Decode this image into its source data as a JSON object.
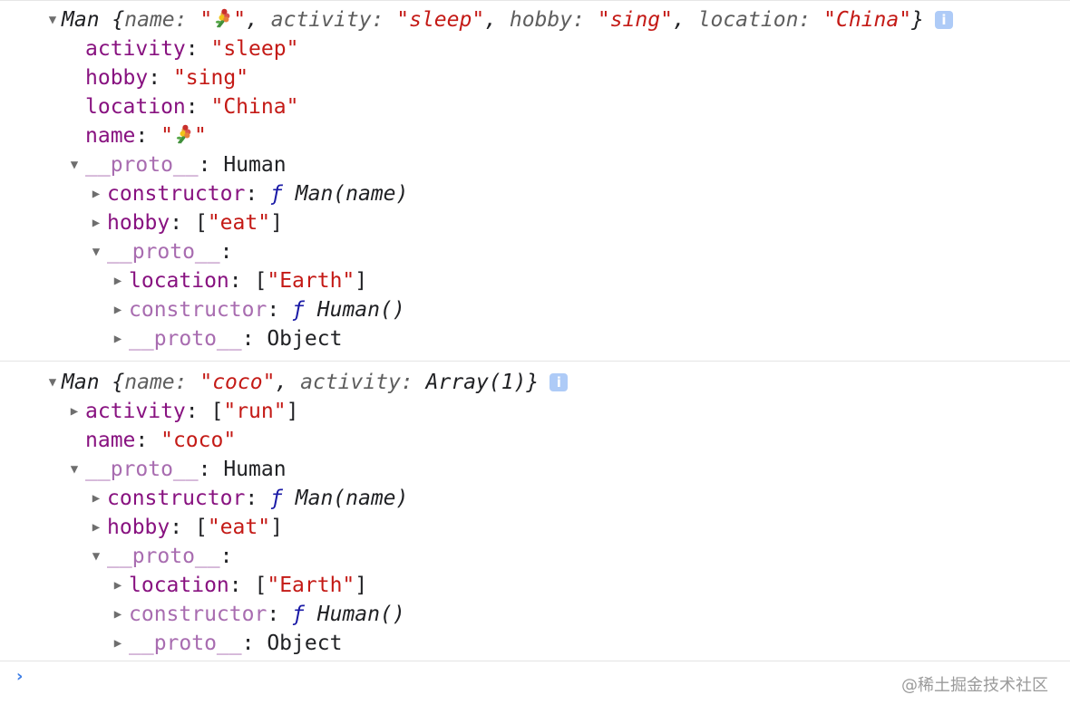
{
  "console": {
    "entries": [
      {
        "summary": {
          "class_name": "Man",
          "props": [
            {
              "key": "name",
              "value": "\"",
              "value_tail": "\"",
              "has_emoji": true
            },
            {
              "key": "activity",
              "value": "\"sleep\""
            },
            {
              "key": "hobby",
              "value": "\"sing\""
            },
            {
              "key": "location",
              "value": "\"China\""
            }
          ],
          "info_icon": "info-icon"
        },
        "lines": [
          {
            "indent": 1,
            "tri": "",
            "key": "activity",
            "colon": ": ",
            "value": "\"sleep\"",
            "vtype": "str"
          },
          {
            "indent": 1,
            "tri": "",
            "key": "hobby",
            "colon": ": ",
            "value": "\"sing\"",
            "vtype": "str"
          },
          {
            "indent": 1,
            "tri": "",
            "key": "location",
            "colon": ": ",
            "value": "\"China\"",
            "vtype": "str"
          },
          {
            "indent": 1,
            "tri": "",
            "key": "name",
            "colon": ": ",
            "value": "\"",
            "value_tail": "\"",
            "vtype": "str",
            "has_emoji": true
          },
          {
            "indent": 1,
            "tri": "down",
            "key": "__proto__",
            "keytype": "dim",
            "colon": ": ",
            "value": "Human",
            "vtype": "plain"
          },
          {
            "indent": 2,
            "tri": "right",
            "key": "constructor",
            "colon": ": ",
            "fn_symbol": "ƒ",
            "value": "Man(name)",
            "vtype": "fn"
          },
          {
            "indent": 2,
            "tri": "right",
            "key": "hobby",
            "colon": ": ",
            "arr_open": "[",
            "value": "\"eat\"",
            "arr_close": "]",
            "vtype": "arr"
          },
          {
            "indent": 2,
            "tri": "down",
            "key": "__proto__",
            "keytype": "dim",
            "colon": ":",
            "value": "",
            "vtype": "plain"
          },
          {
            "indent": 3,
            "tri": "right",
            "key": "location",
            "colon": ": ",
            "arr_open": "[",
            "value": "\"Earth\"",
            "arr_close": "]",
            "vtype": "arr"
          },
          {
            "indent": 3,
            "tri": "right",
            "key": "constructor",
            "keytype": "dim",
            "colon": ": ",
            "fn_symbol": "ƒ",
            "value": "Human()",
            "vtype": "fn"
          },
          {
            "indent": 3,
            "tri": "right",
            "key": "__proto__",
            "keytype": "dim",
            "colon": ": ",
            "value": "Object",
            "vtype": "plain"
          }
        ]
      },
      {
        "summary": {
          "class_name": "Man",
          "props": [
            {
              "key": "name",
              "value": "\"coco\""
            },
            {
              "key": "activity",
              "value": "Array(1)",
              "plain": true
            }
          ],
          "info_icon": "info-icon"
        },
        "lines": [
          {
            "indent": 1,
            "tri": "right",
            "key": "activity",
            "colon": ": ",
            "arr_open": "[",
            "value": "\"run\"",
            "arr_close": "]",
            "vtype": "arr"
          },
          {
            "indent": 1,
            "tri": "",
            "key": "name",
            "colon": ": ",
            "value": "\"coco\"",
            "vtype": "str"
          },
          {
            "indent": 1,
            "tri": "down",
            "key": "__proto__",
            "keytype": "dim",
            "colon": ": ",
            "value": "Human",
            "vtype": "plain"
          },
          {
            "indent": 2,
            "tri": "right",
            "key": "constructor",
            "colon": ": ",
            "fn_symbol": "ƒ",
            "value": "Man(name)",
            "vtype": "fn"
          },
          {
            "indent": 2,
            "tri": "right",
            "key": "hobby",
            "colon": ": ",
            "arr_open": "[",
            "value": "\"eat\"",
            "arr_close": "]",
            "vtype": "arr"
          },
          {
            "indent": 2,
            "tri": "down",
            "key": "__proto__",
            "keytype": "dim",
            "colon": ":",
            "value": "",
            "vtype": "plain"
          },
          {
            "indent": 3,
            "tri": "right",
            "key": "location",
            "colon": ": ",
            "arr_open": "[",
            "value": "\"Earth\"",
            "arr_close": "]",
            "vtype": "arr"
          },
          {
            "indent": 3,
            "tri": "right",
            "key": "constructor",
            "keytype": "dim",
            "colon": ": ",
            "fn_symbol": "ƒ",
            "value": "Human()",
            "vtype": "fn"
          },
          {
            "indent": 3,
            "tri": "right",
            "key": "__proto__",
            "keytype": "dim",
            "colon": ": ",
            "value": "Object",
            "vtype": "plain"
          }
        ]
      }
    ],
    "prompt_symbol": "›",
    "watermark": "@稀土掘金技术社区",
    "colors": {
      "key": "#881280",
      "key_dim": "#a86cb0",
      "string": "#c41a16",
      "function": "#1a1aa6",
      "prompt": "#3d7ee6",
      "info_badge": "#aecbf7"
    }
  }
}
